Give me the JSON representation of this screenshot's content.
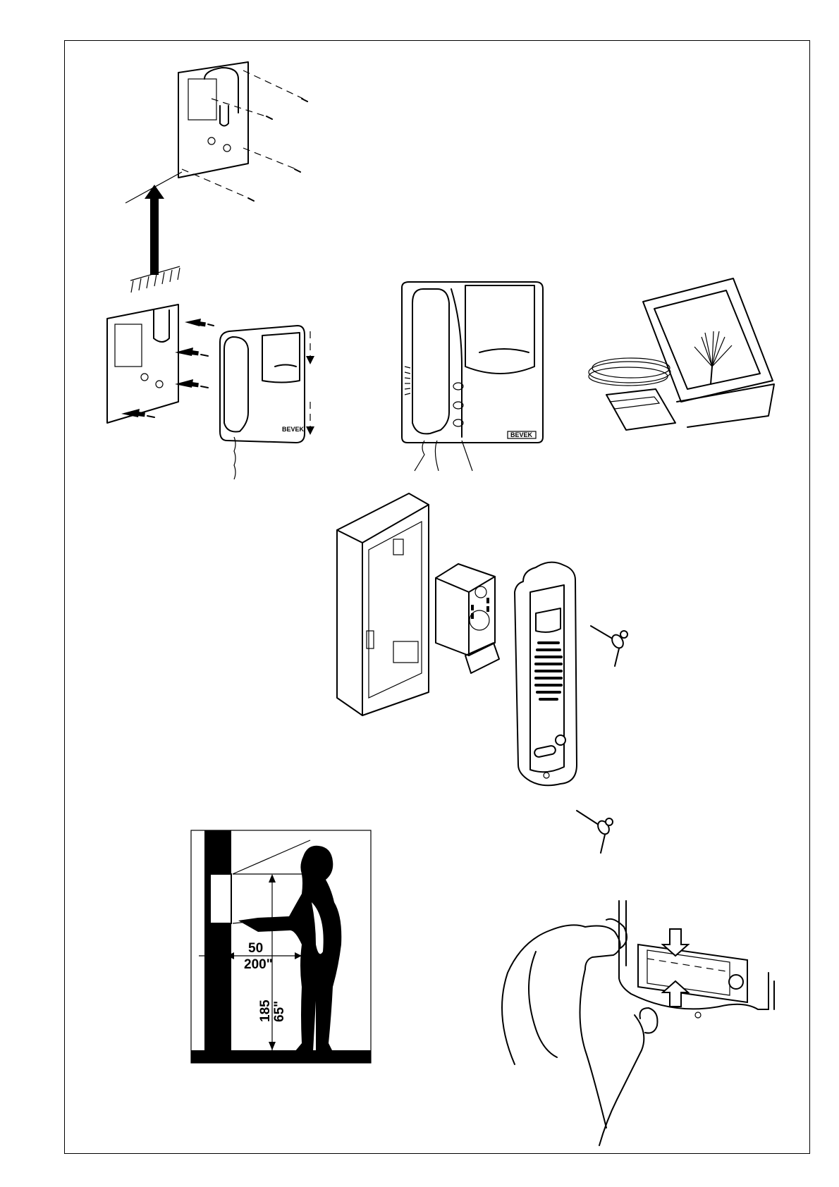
{
  "page": {
    "figures": [
      {
        "id": "fig-wall-plate-mounting"
      },
      {
        "id": "fig-monitor-attach-to-plate"
      },
      {
        "id": "fig-monitor-front-connectors"
      },
      {
        "id": "fig-desk-stand-kit"
      },
      {
        "id": "fig-entry-panel-exploded"
      },
      {
        "id": "fig-mounting-height"
      },
      {
        "id": "fig-nameplate-insertion"
      }
    ],
    "mounting_height": {
      "horizontal_distance": "50",
      "horizontal_distance_imperial": "200\"",
      "vertical_height": "185",
      "vertical_height_imperial": "65\""
    },
    "monitor": {
      "brand_mark": "BEVEK"
    }
  }
}
